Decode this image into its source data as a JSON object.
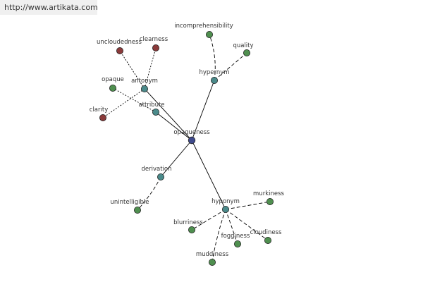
{
  "site": {
    "url": "http://www.artikata.com"
  },
  "colors": {
    "root": "#3f4a8c",
    "relation": "#4a8a8a",
    "word": "#4f8f4f",
    "antonym_word": "#8a3a3a",
    "edge": "#000000",
    "node_stroke": "#222222"
  },
  "graph": {
    "root": {
      "id": "opaqueness",
      "label": "opaqueness"
    },
    "relations": [
      {
        "id": "antonym",
        "label": "antonym",
        "words": [
          {
            "id": "uncloudedness",
            "label": "uncloudedness",
            "kind": "antonym_word"
          },
          {
            "id": "clearness",
            "label": "clearness",
            "kind": "antonym_word"
          },
          {
            "id": "clarity",
            "label": "clarity",
            "kind": "antonym_word"
          }
        ]
      },
      {
        "id": "attribute",
        "label": "attribute",
        "words": [
          {
            "id": "opaque",
            "label": "opaque",
            "kind": "word"
          }
        ]
      },
      {
        "id": "hypernym",
        "label": "hypernym",
        "words": [
          {
            "id": "incomprehensibility",
            "label": "incomprehensibility",
            "kind": "word"
          },
          {
            "id": "quality",
            "label": "quality",
            "kind": "word"
          }
        ]
      },
      {
        "id": "derivation",
        "label": "derivation",
        "words": [
          {
            "id": "unintelligible",
            "label": "unintelligible",
            "kind": "word"
          }
        ]
      },
      {
        "id": "hyponym",
        "label": "hyponym",
        "words": [
          {
            "id": "murkiness",
            "label": "murkiness",
            "kind": "word"
          },
          {
            "id": "blurriness",
            "label": "blurriness",
            "kind": "word"
          },
          {
            "id": "fogginess",
            "label": "fogginess",
            "kind": "word"
          },
          {
            "id": "cloudiness",
            "label": "cloudiness",
            "kind": "word"
          },
          {
            "id": "muddiness",
            "label": "muddiness",
            "kind": "word"
          }
        ]
      }
    ]
  }
}
